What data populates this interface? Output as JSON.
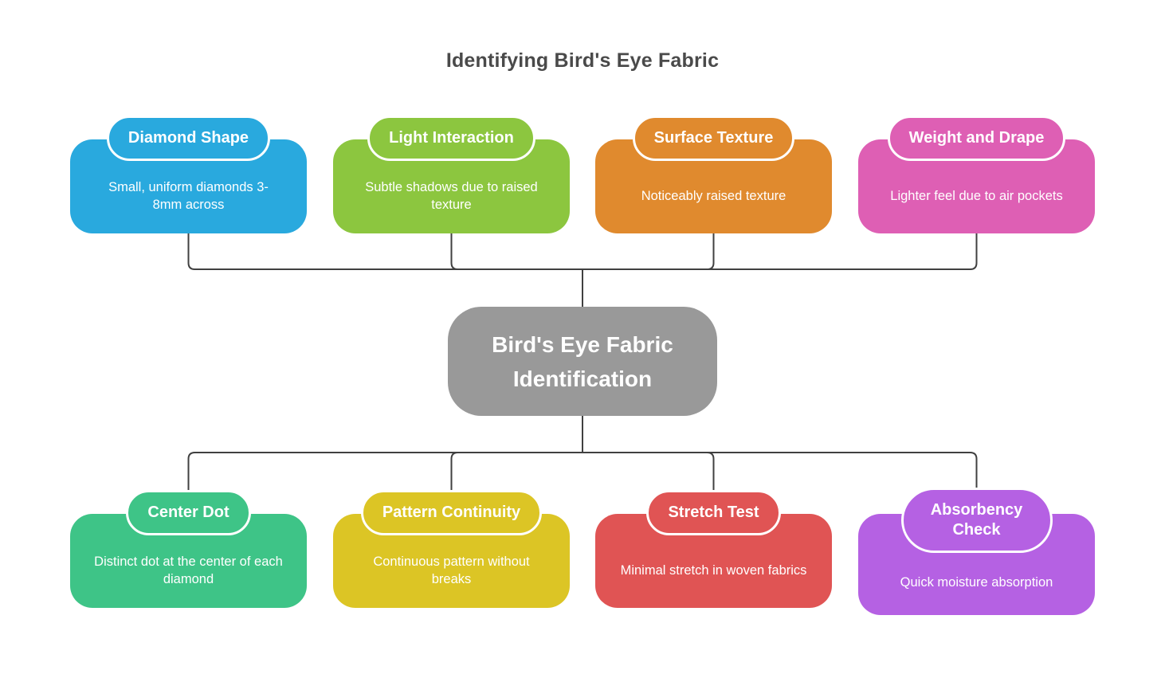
{
  "title": {
    "text": "Identifying Bird's Eye Fabric",
    "color": "#4a4a4a"
  },
  "center_node": {
    "label": "Bird's Eye Fabric Identification",
    "color": "#999999"
  },
  "top_nodes": [
    {
      "title": "Diamond Shape",
      "description": "Small, uniform diamonds 3-8mm across",
      "color": "#29a9de"
    },
    {
      "title": "Light Interaction",
      "description": "Subtle shadows due to raised texture",
      "color": "#8cc63f"
    },
    {
      "title": "Surface Texture",
      "description": "Noticeably raised texture",
      "color": "#e08a2e"
    },
    {
      "title": "Weight and Drape",
      "description": "Lighter feel due to air pockets",
      "color": "#de5fb4"
    }
  ],
  "bottom_nodes": [
    {
      "title": "Center Dot",
      "description": "Distinct dot at the center of each diamond",
      "color": "#3ec487"
    },
    {
      "title": "Pattern Continuity",
      "description": "Continuous pattern without breaks",
      "color": "#dcc525"
    },
    {
      "title": "Stretch Test",
      "description": "Minimal stretch in woven fabrics",
      "color": "#e05454"
    },
    {
      "title": "Absorbency Check",
      "description": "Quick moisture absorption",
      "color": "#b561e3"
    }
  ],
  "connectors": {
    "color": "#404040"
  }
}
